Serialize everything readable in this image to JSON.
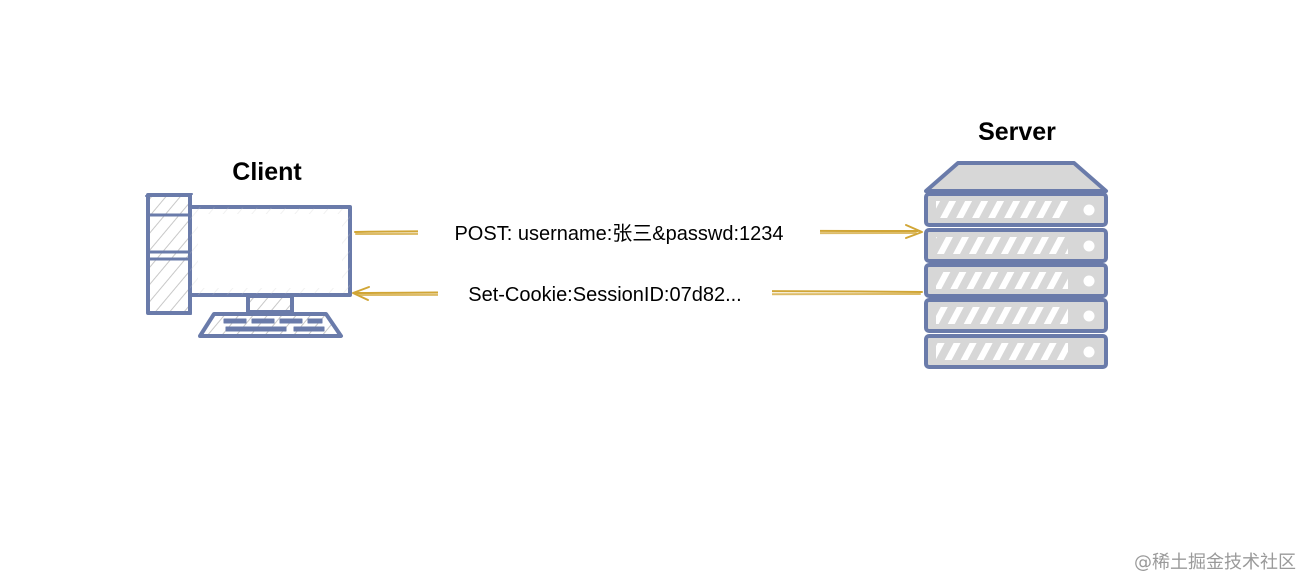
{
  "nodes": {
    "client": {
      "label": "Client"
    },
    "server": {
      "label": "Server"
    }
  },
  "edges": [
    {
      "from": "client",
      "to": "server",
      "label": "POST: username:张三&passwd:1234"
    },
    {
      "from": "server",
      "to": "client",
      "label": "Set-Cookie:SessionID:07d82..."
    }
  ],
  "colors": {
    "device_outline": "#6A7BAA",
    "device_fill": "#FFFFFF",
    "hatch": "#C8C8C8",
    "server_fill": "#D7D7D7",
    "arrow": "#D1A636"
  },
  "icons": {
    "client": "desktop-computer-icon",
    "server": "server-rack-icon"
  },
  "watermark": "@稀土掘金技术社区"
}
